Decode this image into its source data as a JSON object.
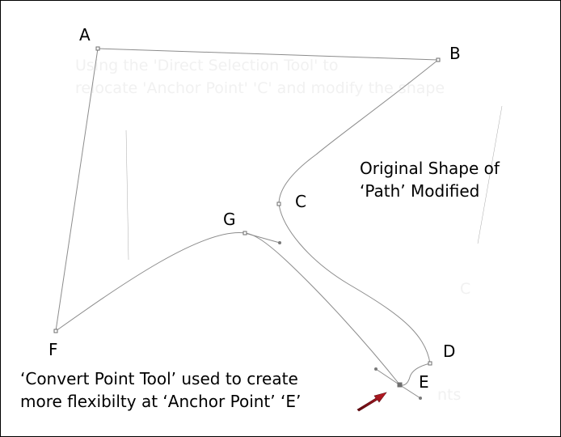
{
  "background_text": {
    "line1": "Using the 'Direct Selection Tool' to",
    "line2": "relocate 'Anchor Point' 'C' and modify the shape",
    "stray_c": "C",
    "stray_text": "nts"
  },
  "anchors": {
    "a": "A",
    "b": "B",
    "c": "C",
    "d": "D",
    "e": "E",
    "f": "F",
    "g": "G"
  },
  "annotations": {
    "shape_line1": "Original Shape of",
    "shape_line2": "‘Path’ Modified",
    "convert_line1": "‘Convert Point Tool’ used to create",
    "convert_line2": "more flexibilty at ‘Anchor Point’ ‘E’"
  },
  "colors": {
    "path": "#8c8c8c",
    "arrow": "#9b111a",
    "ghost_text": "#f1f1f1"
  }
}
